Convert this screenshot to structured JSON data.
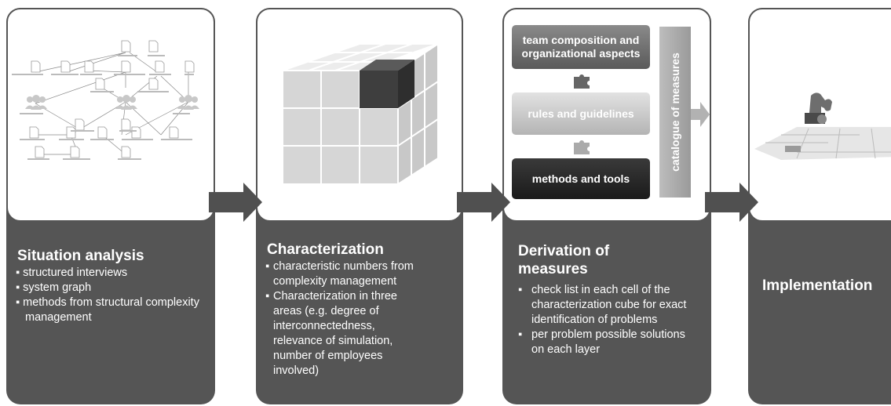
{
  "stages": [
    {
      "title": "Situation analysis",
      "bullets": [
        "structured interviews",
        "system graph",
        "methods from structural complexity management"
      ]
    },
    {
      "title": "Characterization",
      "bullets": [
        "characteristic numbers from complexity management",
        "Characterization in three areas (e.g. degree of interconnectedness, relevance of simulation, number of employees involved)"
      ]
    },
    {
      "title": "Derivation of measures",
      "bullets": [
        "check list in each cell of the characterization cube for exact identification of problems",
        "per problem possible solutions on each layer"
      ]
    },
    {
      "title": "Implementation",
      "bullets": []
    }
  ],
  "measures_panel": {
    "layer_top": "team composition and organizational aspects",
    "layer_middle": "rules and guidelines",
    "layer_bottom": "methods and tools",
    "catalogue_label": "catalogue of measures"
  },
  "colors": {
    "card": "#555555",
    "arrow": "#505050",
    "cube_face": "#d8d8d8",
    "cube_dark": "#3c3c3c"
  },
  "icons": [
    "people-icon",
    "document-icon",
    "cube-icon",
    "puzzle-icon",
    "arrow-right-icon"
  ]
}
